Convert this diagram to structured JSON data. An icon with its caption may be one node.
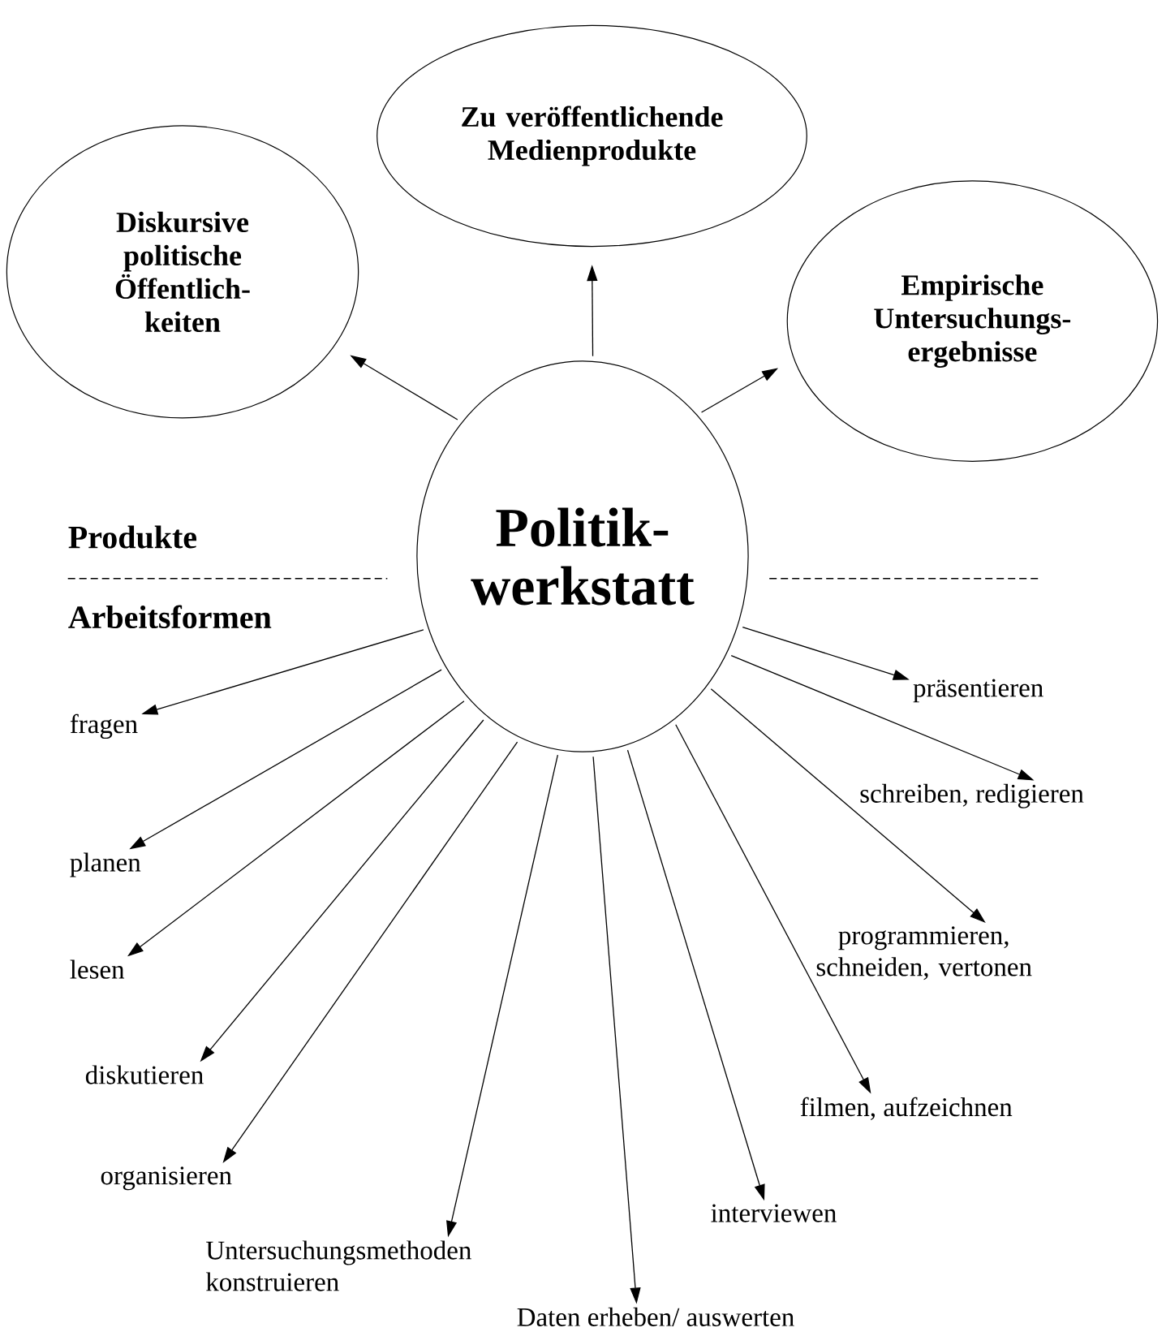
{
  "diagram": {
    "nodes": [
      {
        "text": [
          "Diskursive politische Öffentlich- keiten"
        ]
      },
      {
        "text": [
          "Zu veröffentlichende Medienprodukte"
        ]
      },
      {
        "text": [
          "Empirische Untersuchungs- ergebnisse"
        ]
      },
      {
        "text": [
          "Politik- werkstatt"
        ]
      },
      {
        "text": [
          "fragen"
        ]
      },
      {
        "text": [
          "planen"
        ]
      },
      {
        "text": [
          "lesen"
        ]
      },
      {
        "text": [
          "diskutieren"
        ]
      },
      {
        "text": [
          "organisieren"
        ]
      },
      {
        "text": [
          "Untersuchungsmethoden konstruieren"
        ]
      },
      {
        "text": [
          "Daten erheben/ auswerten"
        ]
      },
      {
        "text": [
          "interviewen"
        ]
      },
      {
        "text": [
          "filmen, aufzeichnen"
        ]
      },
      {
        "text": [
          "programmieren, schneiden, vertonen"
        ]
      },
      {
        "text": [
          "schreiben, redigieren"
        ]
      },
      {
        "text": [
          "präsentieren"
        ]
      }
    ],
    "edges": [
      {
        "from": 3,
        "to": 0,
        "arrow": "to"
      },
      {
        "from": 3,
        "to": 1,
        "arrow": "to"
      },
      {
        "from": 3,
        "to": 2,
        "arrow": "to"
      },
      {
        "from": 3,
        "to": 4,
        "arrow": "to"
      },
      {
        "from": 3,
        "to": 5,
        "arrow": "to"
      },
      {
        "from": 3,
        "to": 6,
        "arrow": "to"
      },
      {
        "from": 3,
        "to": 7,
        "arrow": "to"
      },
      {
        "from": 3,
        "to": 8,
        "arrow": "to"
      },
      {
        "from": 3,
        "to": 9,
        "arrow": "to"
      },
      {
        "from": 3,
        "to": 10,
        "arrow": "to"
      },
      {
        "from": 3,
        "to": 11,
        "arrow": "to"
      },
      {
        "from": 3,
        "to": 12,
        "arrow": "to"
      },
      {
        "from": 3,
        "to": 13,
        "arrow": "to"
      },
      {
        "from": 3,
        "to": 14,
        "arrow": "to"
      },
      {
        "from": 3,
        "to": 15,
        "arrow": "to"
      }
    ],
    "labels": [
      "Produkte",
      "Arbeitsformen"
    ]
  }
}
